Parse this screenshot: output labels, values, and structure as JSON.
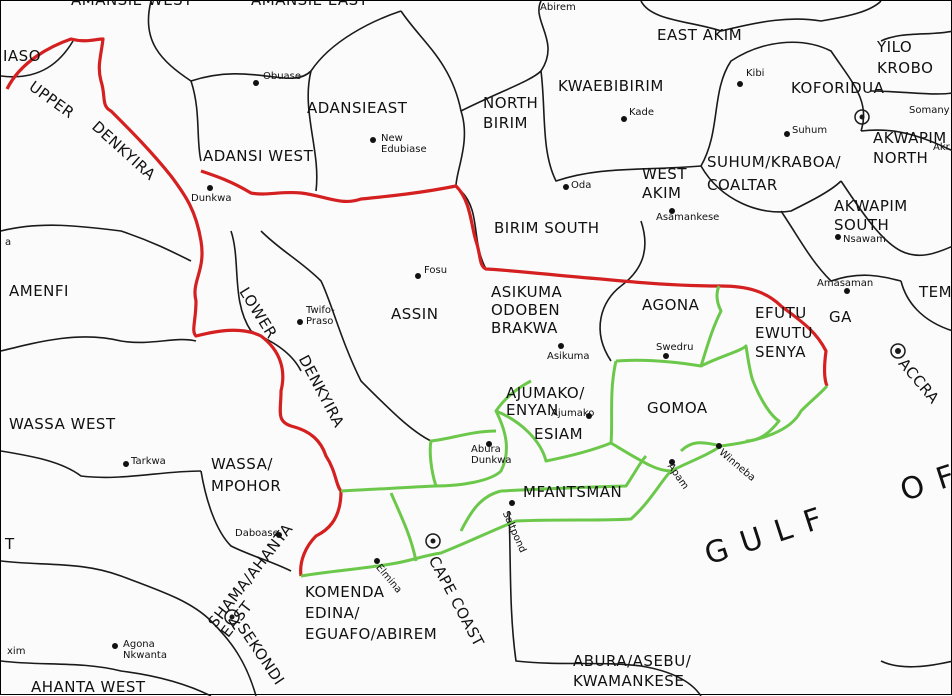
{
  "districts": [
    {
      "key": "amansie_west",
      "text": "AMANSIE WEST"
    },
    {
      "key": "amansie_east",
      "text": "AMANSIE EAST"
    },
    {
      "key": "aso",
      "text": "IASO"
    },
    {
      "key": "upper",
      "text": "UPPER"
    },
    {
      "key": "denkyira_u",
      "text": "DENKYIRA"
    },
    {
      "key": "adansi_east",
      "text": "ADANSIEAST"
    },
    {
      "key": "adansi_west",
      "text": "ADANSI WEST"
    },
    {
      "key": "north_birim",
      "text": "NORTH\nBIRIM"
    },
    {
      "key": "kwaebibirim",
      "text": "KWAEBIBIRIM"
    },
    {
      "key": "east_akim",
      "text": "EAST AKIM"
    },
    {
      "key": "yilo",
      "text": "YILO\nKROBO"
    },
    {
      "key": "koforidua",
      "text": "KOFORIDUA"
    },
    {
      "key": "akwapim_n",
      "text": "AKWAPIM\nNORTH"
    },
    {
      "key": "suhum",
      "text": "SUHUM/KRABOA/\nCOALTAR"
    },
    {
      "key": "west_akim",
      "text": "WEST\nAKIM"
    },
    {
      "key": "birim_south",
      "text": "BIRIM SOUTH"
    },
    {
      "key": "akwapim_s",
      "text": "AKWAPIM\nSOUTH"
    },
    {
      "key": "amenfi",
      "text": "AMENFI"
    },
    {
      "key": "lower",
      "text": "LOWER"
    },
    {
      "key": "denkyira_l",
      "text": "DENKYIRA"
    },
    {
      "key": "assin",
      "text": "ASSIN"
    },
    {
      "key": "asikuma",
      "text": "ASIKUMA\nODOBEN\nBRAKWA"
    },
    {
      "key": "agona",
      "text": "AGONA"
    },
    {
      "key": "efutu",
      "text": "EFUTU\nEWUTU\nSENYA"
    },
    {
      "key": "ga",
      "text": "GA"
    },
    {
      "key": "tem",
      "text": "TEM"
    },
    {
      "key": "accra",
      "text": "ACCRA"
    },
    {
      "key": "wassa_west",
      "text": "WASSA WEST"
    },
    {
      "key": "wassa_mpohor",
      "text": "WASSA/\nMPOHOR"
    },
    {
      "key": "ajumako",
      "text": "AJUMAKO/\nENYAN"
    },
    {
      "key": "esiam",
      "text": "ESIAM"
    },
    {
      "key": "gomoa",
      "text": "GOMOA"
    },
    {
      "key": "mfantsman",
      "text": "MFANTSMAN"
    },
    {
      "key": "komenda",
      "text": "KOMENDA\nEDINA/\nEGUAFO/ABIREM"
    },
    {
      "key": "cape_coast",
      "text": "CAPE COAST"
    },
    {
      "key": "shama",
      "text": "SHAMA/AHANTA\nEAST"
    },
    {
      "key": "sekondi",
      "text": "SEKONDI"
    },
    {
      "key": "ahanta_west",
      "text": "AHANTA WEST"
    },
    {
      "key": "abura",
      "text": "ABURA/ASEBU/\nKWAMANKESE"
    },
    {
      "key": "gulf",
      "text": "GULF   OF"
    }
  ],
  "towns": [
    {
      "key": "abirem",
      "text": "Abirem"
    },
    {
      "key": "obuase",
      "text": "Obuase"
    },
    {
      "key": "new_edubiase",
      "text": "New\nEdubiase"
    },
    {
      "key": "dunkwa",
      "text": "Dunkwa"
    },
    {
      "key": "kade",
      "text": "Kade"
    },
    {
      "key": "kibi",
      "text": "Kibi"
    },
    {
      "key": "suhum_t",
      "text": "Suhum"
    },
    {
      "key": "oda",
      "text": "Oda"
    },
    {
      "key": "asamankese",
      "text": "Asamankese"
    },
    {
      "key": "nsawam",
      "text": "Nsawam"
    },
    {
      "key": "somanya",
      "text": "Somany"
    },
    {
      "key": "fosu",
      "text": "Fosu"
    },
    {
      "key": "twifo",
      "text": "Twifo-\nPraso"
    },
    {
      "key": "amasaman",
      "text": "Amasaman"
    },
    {
      "key": "asikuma_t",
      "text": "Asikuma"
    },
    {
      "key": "swedru",
      "text": "Swedru"
    },
    {
      "key": "ajumako_t",
      "text": "Ajumako"
    },
    {
      "key": "abura_dunkwa",
      "text": "Abura\nDunkwa"
    },
    {
      "key": "tarkwa",
      "text": "Tarkwa"
    },
    {
      "key": "apam",
      "text": "Apam"
    },
    {
      "key": "winneba",
      "text": "Winneba"
    },
    {
      "key": "saltpond",
      "text": "Saltpond"
    },
    {
      "key": "daboase",
      "text": "Daboase"
    },
    {
      "key": "elmina",
      "text": "Elmina"
    },
    {
      "key": "agona_nkwanta",
      "text": "Agona\nNkwanta"
    },
    {
      "key": "xim",
      "text": "xim"
    },
    {
      "key": "a_edge",
      "text": "a"
    },
    {
      "key": "t_edge",
      "text": "T"
    },
    {
      "key": "akr",
      "text": "Akr"
    }
  ],
  "colors": {
    "red_boundary": "#d42020",
    "green_boundary": "#6cc84a",
    "ink": "#1a1a1a"
  }
}
